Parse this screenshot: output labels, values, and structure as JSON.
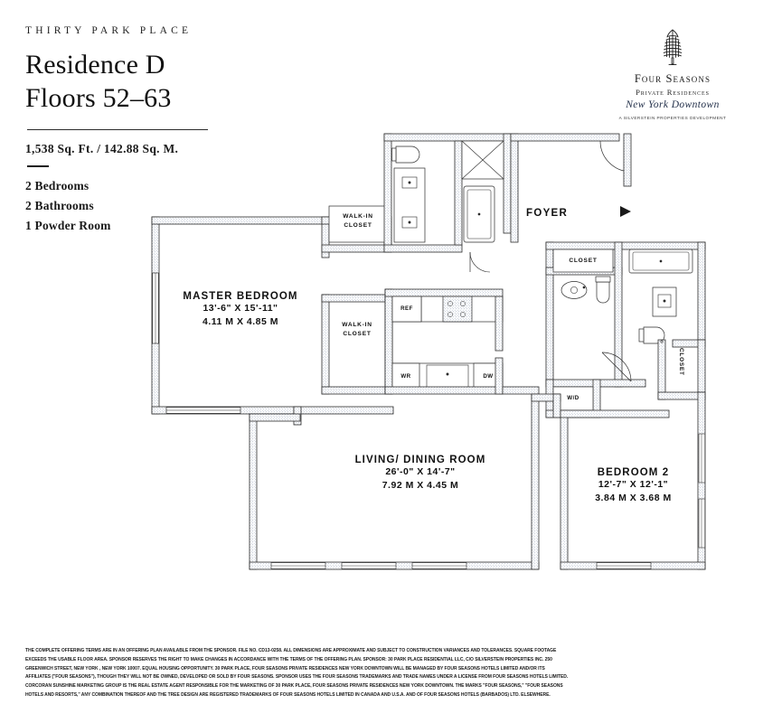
{
  "header": {
    "eyebrow": "THIRTY PARK PLACE",
    "title_line1": "Residence D",
    "title_line2": "Floors 52–63",
    "area": "1,538 Sq. Ft. / 142.88 Sq. M.",
    "specs": [
      "2 Bedrooms",
      "2 Bathrooms",
      "1 Powder Room"
    ]
  },
  "logo": {
    "icon": "tree-icon",
    "name": "Four Seasons",
    "sub": "Private Residences",
    "city": "New York Downtown",
    "developer": "A SILVERSTEIN PROPERTIES DEVELOPMENT"
  },
  "floorplan": {
    "rooms": [
      {
        "name": "MASTER BEDROOM",
        "dim_ft": "13'-6\" X 15'-11\"",
        "dim_m": "4.11 M X 4.85 M"
      },
      {
        "name": "LIVING/ DINING ROOM",
        "dim_ft": "26'-0\" X  14'-7\"",
        "dim_m": "7.92 M X 4.45 M"
      },
      {
        "name": "BEDROOM 2",
        "dim_ft": "12'-7\" X 12'-1\"",
        "dim_m": "3.84 M X 3.68 M"
      }
    ],
    "foyer": "FOYER",
    "closet_top_line1": "WALK-IN",
    "closet_top_line2": "CLOSET",
    "closet_mid_line1": "WALK-IN",
    "closet_mid_line2": "CLOSET",
    "closet_right": "CLOSET",
    "closet_vertical": "CLOSET",
    "appliance_ref": "REF",
    "appliance_wr": "WR",
    "appliance_dw": "DW",
    "appliance_wd": "W/D"
  },
  "disclaimer": {
    "line1": "THE COMPLETE OFFERING TERMS ARE IN AN OFFERING PLAN AVAILABLE FROM THE SPONSOR. FILE NO. CD13-0258. ALL DIMENSIONS ARE APPROXIMATE AND SUBJECT TO CONSTRUCTION VARIANCES AND TOLERANCES. SQUARE FOOTAGE",
    "line2": "EXCEEDS THE USABLE FLOOR AREA. SPONSOR RESERVES THE RIGHT TO MAKE CHANGES IN ACCORDANCE WITH THE TERMS OF THE OFFERING PLAN. SPONSOR: 30 PARK PLACE RESIDENTIAL LLC, C/O SILVERSTEIN PROPERTIES INC. 250",
    "line3": "GREENWICH STREET, NEW YORK , NEW YORK 10007. EQUAL HOUSING OPPORTUNITY. 30 PARK PLACE, FOUR SEASONS PRIVATE RESIDENCES NEW YORK DOWNTOWN WILL BE MANAGED BY FOUR SEASONS HOTELS LIMITED AND/OR ITS",
    "line4": "AFFILIATES (\"FOUR SEASONS\"), THOUGH THEY WILL NOT BE OWNED, DEVELOPED OR SOLD BY FOUR SEASONS. SPONSOR USES THE FOUR SEASONS TRADEMARKS AND TRADE NAMES UNDER A LICENSE FROM FOUR SEASONS HOTELS LIMITED.",
    "line5": "CORCORAN SUNSHINE MARKETING GROUP IS THE REAL ESTATE AGENT RESPONSIBLE FOR THE MARKETING OF 30 PARK PLACE, FOUR SEASONS PRIVATE RESIDENCES NEW YORK DOWNTOWN. THE MARKS \"FOUR SEASONS,\" \"FOUR SEASONS",
    "line6": "HOTELS AND RESORTS,\" ANY COMBINATION THEREOF AND THE TREE DESIGN ARE REGISTERED TRADEMARKS OF FOUR SEASONS HOTELS LIMITED IN CANADA AND U.S.A. AND OF FOUR SEASONS HOTELS (BARBADOS) LTD. ELSEWHERE."
  }
}
